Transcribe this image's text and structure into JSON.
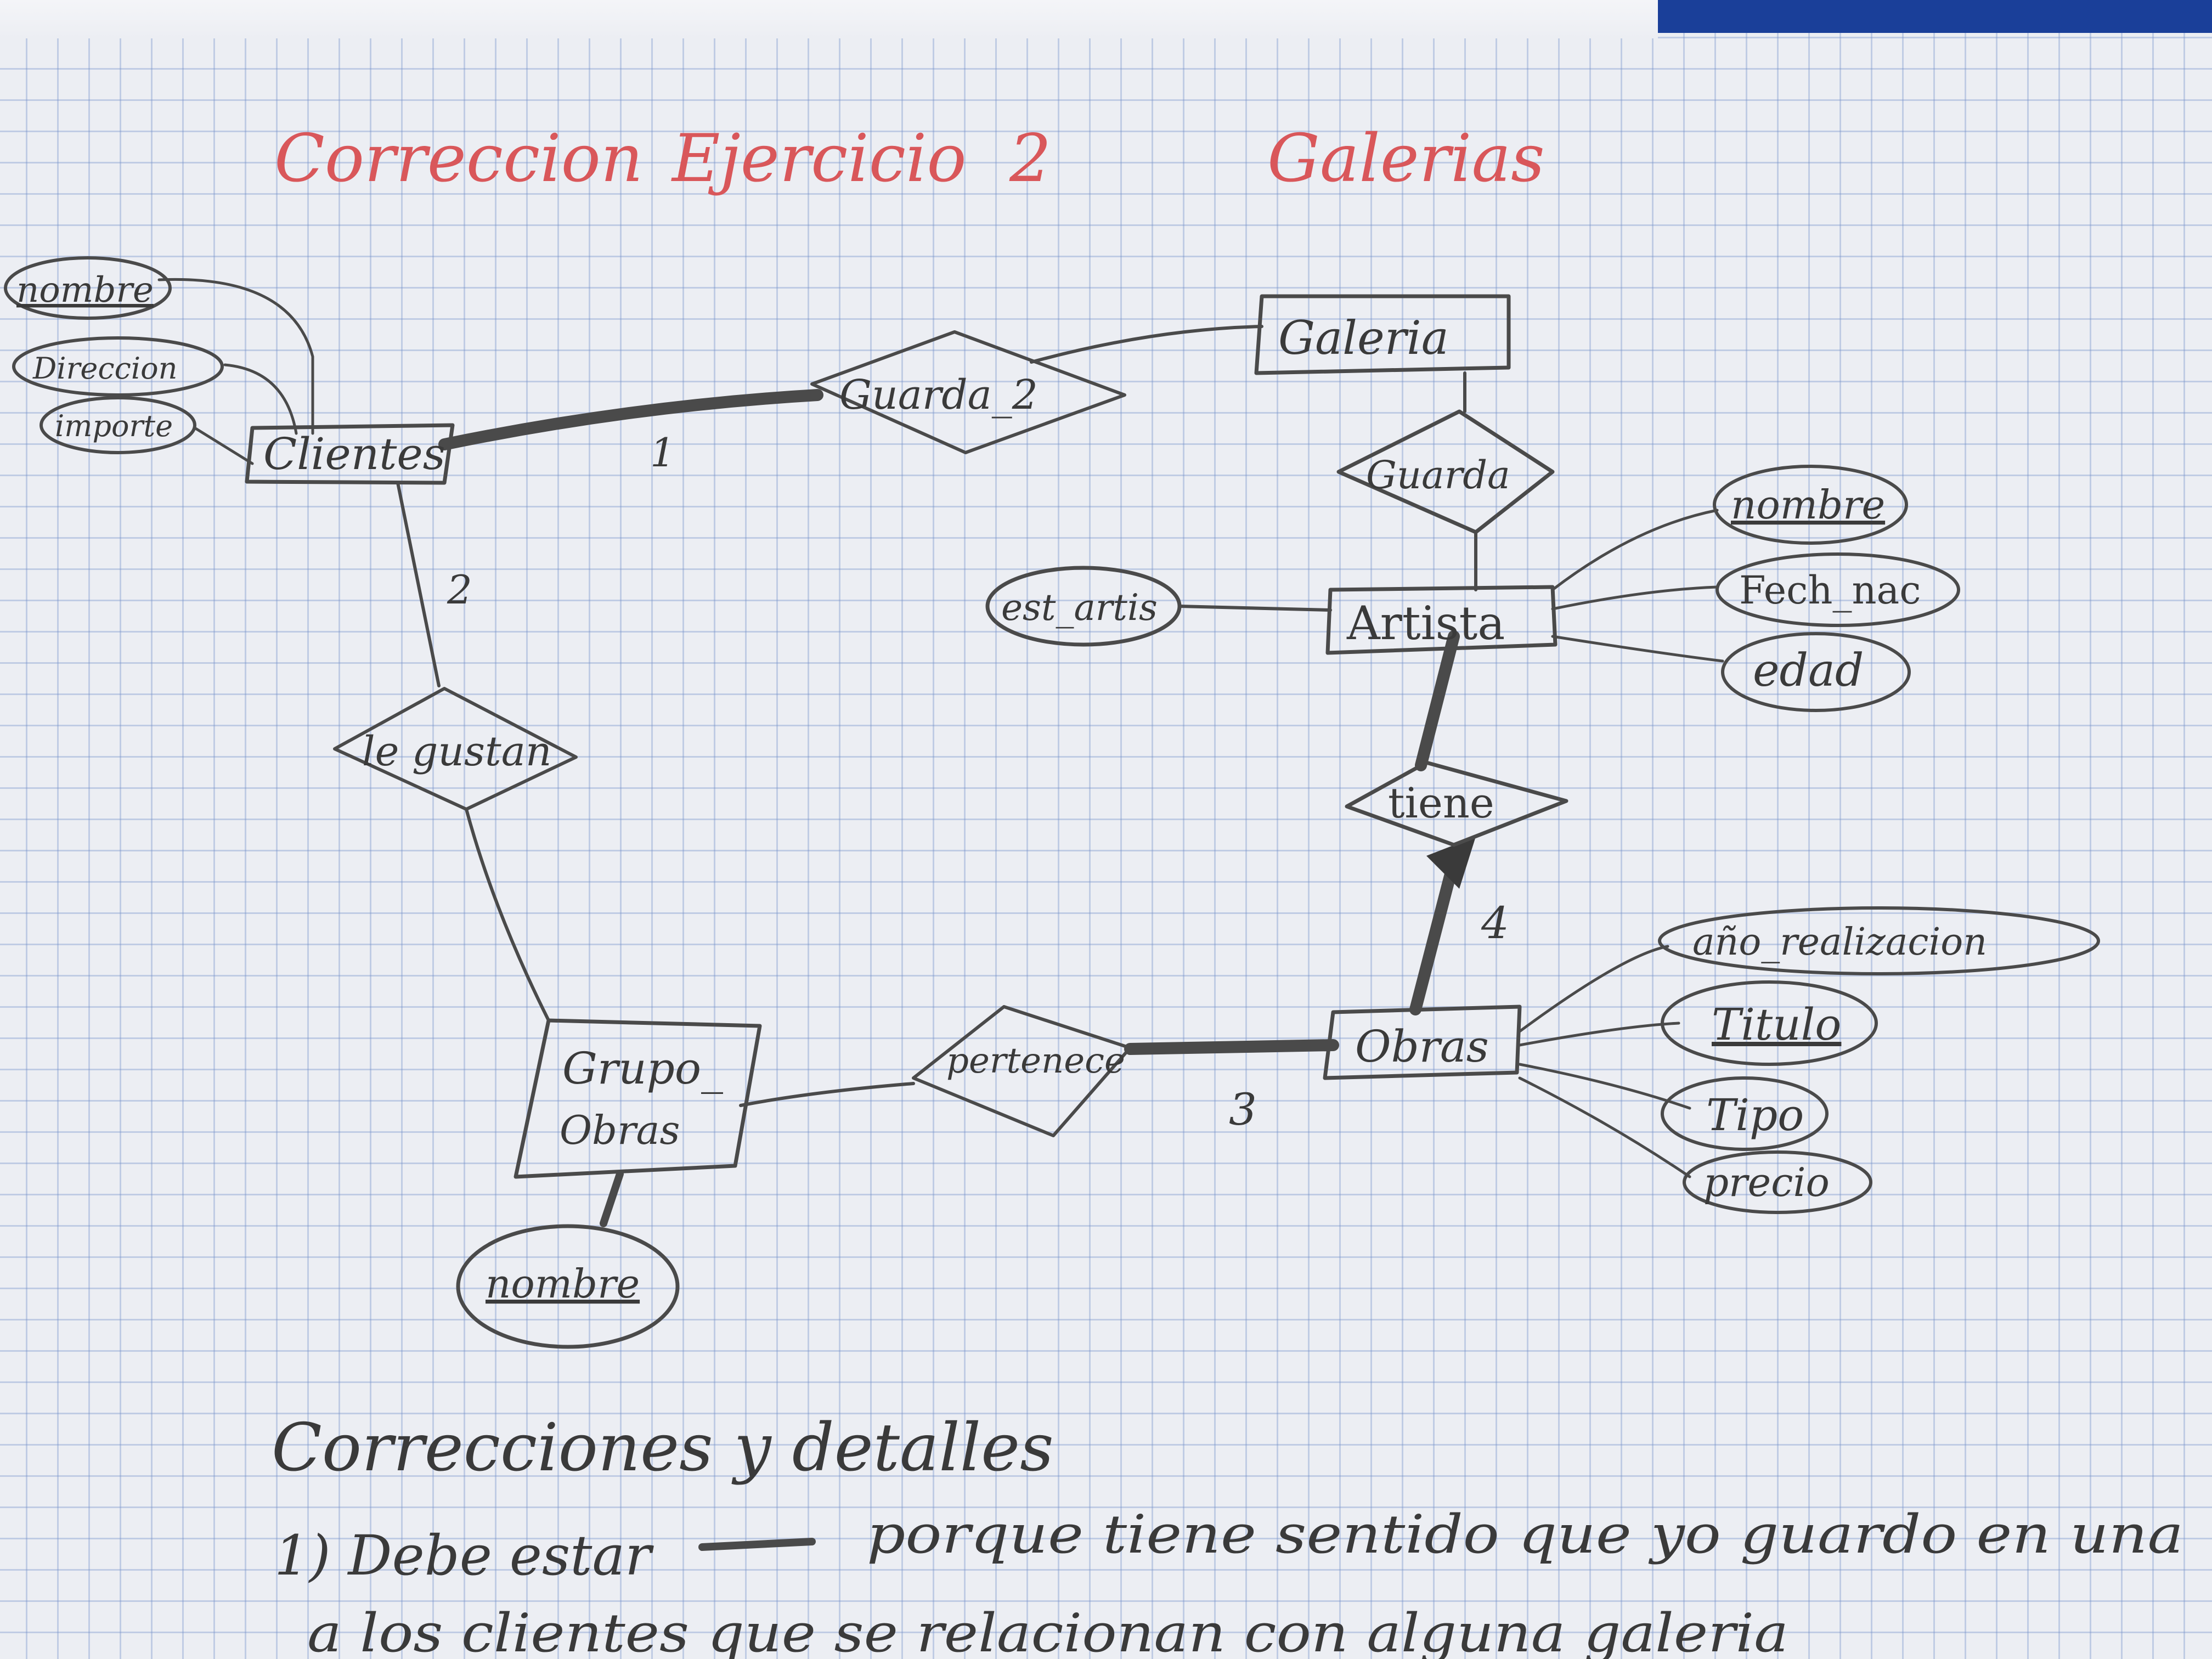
{
  "title": {
    "part1": "Correccion",
    "part2": "Ejercicio",
    "part3": "2",
    "part4": "Galerias"
  },
  "entities": {
    "clientes": "Clientes",
    "galeria": "Galeria",
    "artista": "Artista",
    "obras": "Obras",
    "grupo_obras_line1": "Grupo_",
    "grupo_obras_line2": "Obras"
  },
  "relationships": {
    "guarda_2": "Guarda_2",
    "guarda": "Guarda",
    "le_gustan": "le gustan",
    "tiene": "tiene",
    "pertenece": "pertenece"
  },
  "attributes": {
    "clientes_nombre": "nombre",
    "clientes_direccion": "Direccion",
    "clientes_importe": "importe",
    "artista_est_artis": "est_artis",
    "artista_nombre": "nombre",
    "artista_fech_nac": "Fech_nac",
    "artista_edad": "edad",
    "obras_anio": "año_realizacion",
    "obras_titulo": "Titulo",
    "obras_tipo": "Tipo",
    "obras_precio": "precio",
    "grupo_nombre": "nombre"
  },
  "annotations": {
    "n1": "1",
    "n2": "2",
    "n3": "3",
    "n4": "4"
  },
  "notes": {
    "heading": "Correcciones y detalles",
    "line1_start": "1) Debe estar",
    "line1_end": "porque tiene sentido que yo guardo en una",
    "line2": "a los clientes que se relacionan con alguna galeria"
  },
  "colors": {
    "title": "#d9575a",
    "pencil": "#4a4a4a",
    "grid": "#8aa0cc",
    "paper": "#eceef3"
  }
}
